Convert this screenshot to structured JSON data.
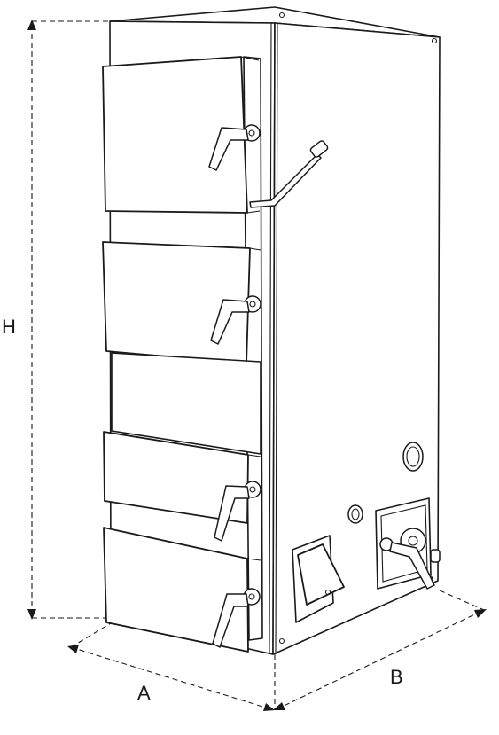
{
  "dimensions": {
    "height_label": "H",
    "width_label": "A",
    "depth_label": "B"
  },
  "colors": {
    "line": "#1a1a1a",
    "fill": "#ffffff"
  }
}
